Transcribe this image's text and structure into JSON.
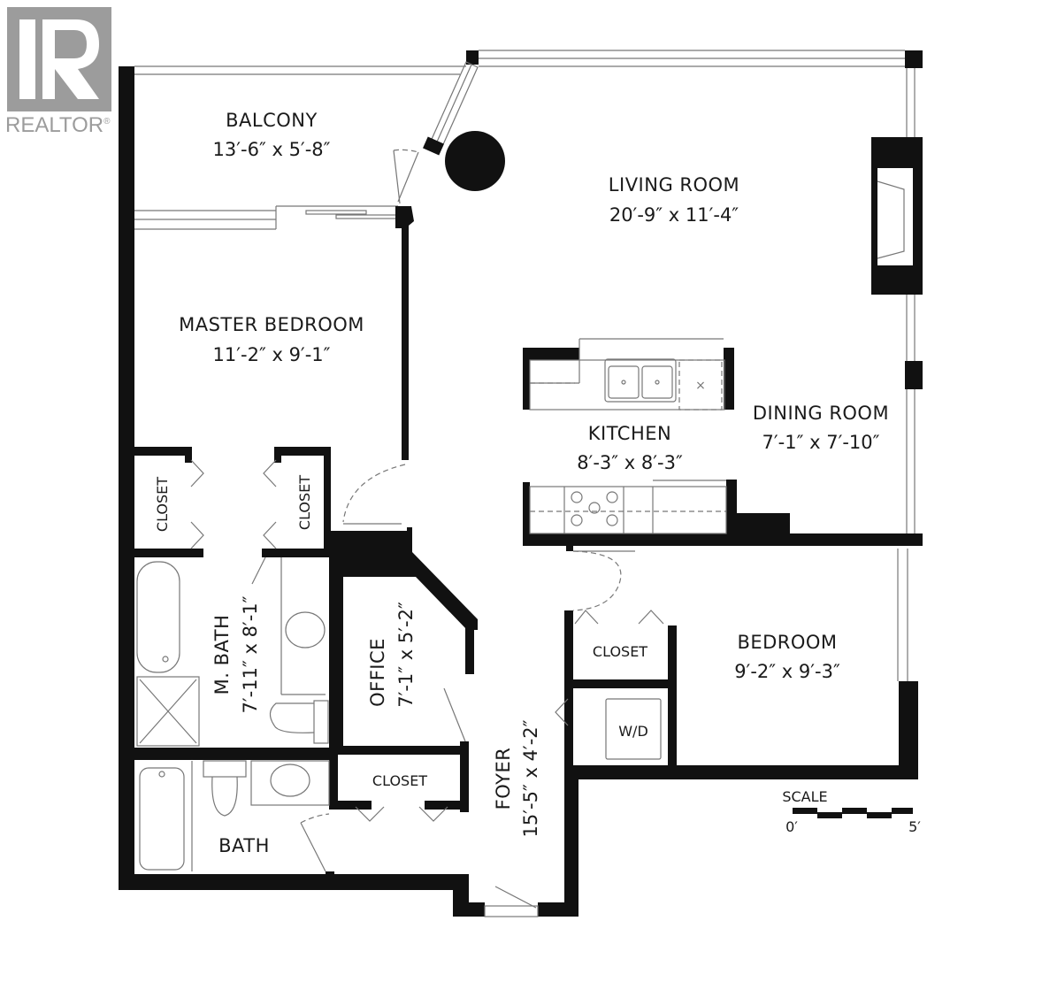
{
  "logo": {
    "text": "REALTOR",
    "mark": "®",
    "color": "#9c9c9c"
  },
  "rooms": {
    "balcony": {
      "name": "BALCONY",
      "dims": "13′-6″ x 5′-8″"
    },
    "living_room": {
      "name": "LIVING ROOM",
      "dims": "20′-9″ x 11′-4″"
    },
    "master_bedroom": {
      "name": "MASTER BEDROOM",
      "dims": "11′-2″ x 9′-1″"
    },
    "kitchen": {
      "name": "KITCHEN",
      "dims": "8′-3″ x 8′-3″"
    },
    "dining_room": {
      "name": "DINING ROOM",
      "dims": "7′-1″ x 7′-10″"
    },
    "closet_mb_left": {
      "name": "CLOSET"
    },
    "closet_mb_right": {
      "name": "CLOSET"
    },
    "master_bath": {
      "name": "M. BATH",
      "dims": "7′-11″ x 8′-1″"
    },
    "office": {
      "name": "OFFICE",
      "dims": "7′-1″ x 5′-2″"
    },
    "closet_bedroom": {
      "name": "CLOSET"
    },
    "bedroom": {
      "name": "BEDROOM",
      "dims": "9′-2″ x 9′-3″"
    },
    "laundry": {
      "name": "W/D"
    },
    "foyer": {
      "name": "FOYER",
      "dims": "15′-5″ x 4′-2″"
    },
    "closet_foyer": {
      "name": "CLOSET"
    },
    "bath": {
      "name": "BATH"
    }
  },
  "scale": {
    "title": "SCALE",
    "start": "0′",
    "end": "5′"
  },
  "colors": {
    "wall": "#111111",
    "fixture": "#666666",
    "background": "#ffffff"
  }
}
